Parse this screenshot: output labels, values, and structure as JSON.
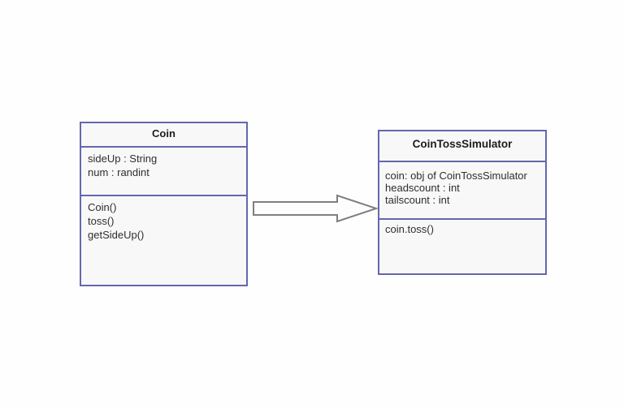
{
  "colors": {
    "box_border": "#6467ae",
    "box_fill": "#f8f8f8",
    "text": "#2e2e2e",
    "title_text": "#1c1c1c",
    "arrow_stroke": "#7f7f7f",
    "arrow_fill": "#fdfdfd",
    "background": "#fefefe"
  },
  "diagram": {
    "classes": [
      {
        "name": "Coin",
        "attributes": [
          "sideUp : String",
          "num : randint"
        ],
        "methods": [
          "Coin()",
          "toss()",
          "getSideUp()"
        ]
      },
      {
        "name": "CoinTossSimulator",
        "attributes": [
          "coin: obj of CoinTossSimulator",
          "headscount : int",
          "tailscount : int"
        ],
        "methods": [
          "coin.toss()"
        ]
      }
    ],
    "connector": {
      "icon": "block-arrow-right-icon",
      "from": "Coin",
      "to": "CoinTossSimulator",
      "direction": "right"
    }
  }
}
